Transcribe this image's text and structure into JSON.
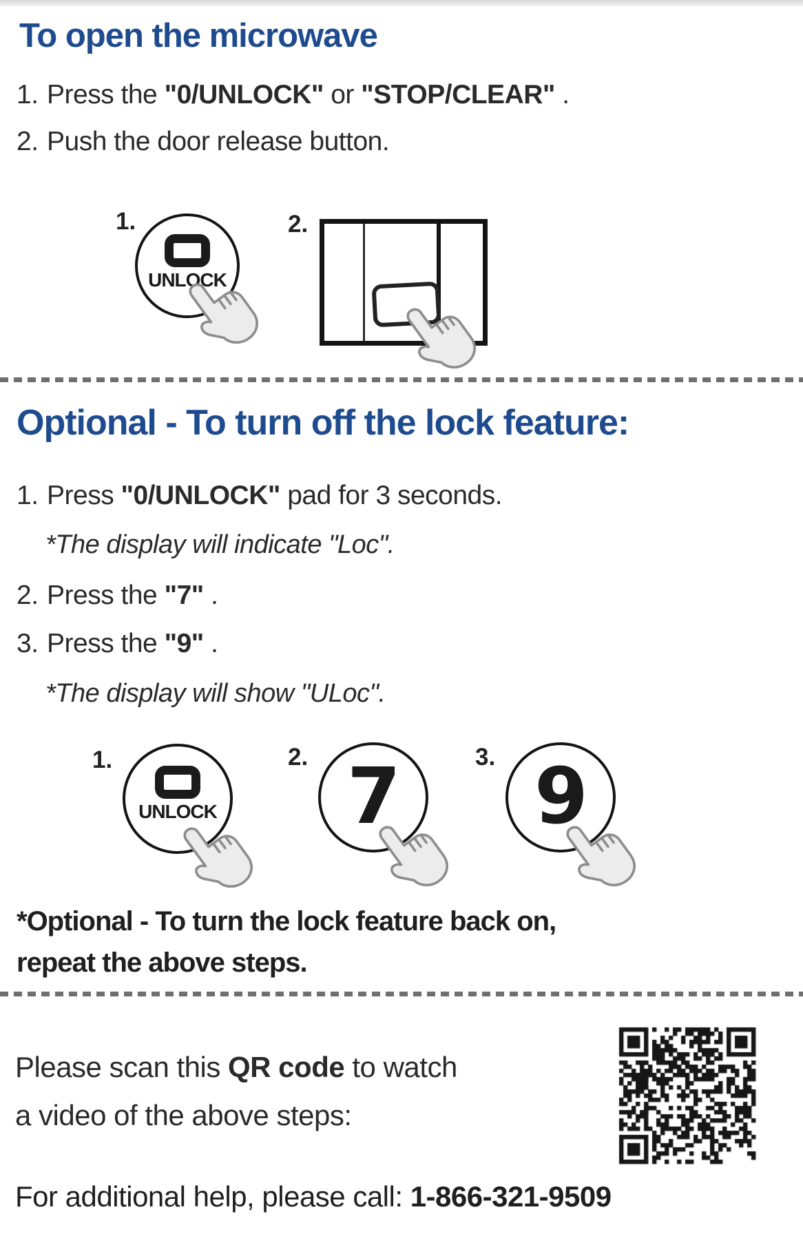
{
  "colors": {
    "heading_blue": "#1e4b8f",
    "text": "#262626",
    "dash_gray": "#6f6f6f"
  },
  "open_section": {
    "title": "To open the microwave",
    "step1": {
      "num": "1.",
      "pre": "Press the ",
      "bold1": "\"0/UNLOCK\"",
      "mid": " or ",
      "bold2": "\"STOP/CLEAR\"",
      "post": " ."
    },
    "step2": {
      "num": "2.",
      "text": "Push the door release button."
    },
    "fig_unlock_label": "1.",
    "fig_unlock_key_text": "UNLOCK",
    "fig_door_label": "2."
  },
  "lock_section": {
    "title": "Optional - To turn off the lock feature:",
    "step1": {
      "num": "1.",
      "pre": "Press ",
      "bold": "\"0/UNLOCK\"",
      "post": " pad for 3 seconds."
    },
    "step1_note": "*The display will indicate \"Loc\".",
    "step2": {
      "num": "2.",
      "pre": "Press the ",
      "bold": "\"7\"",
      "post": " ."
    },
    "step3": {
      "num": "3.",
      "pre": "Press the ",
      "bold": "\"9\"",
      "post": " ."
    },
    "step3_note": "*The display will show \"ULoc\".",
    "fig1_label": "1.",
    "fig1_key_text": "UNLOCK",
    "fig2_label": "2.",
    "fig2_digit": "7",
    "fig3_label": "3.",
    "fig3_digit": "9",
    "back_on_line1": "*Optional - To turn the lock feature back on,",
    "back_on_line2": "repeat the above steps."
  },
  "qr_section": {
    "line1_pre": "Please scan this ",
    "line1_bold": "QR code",
    "line1_post": " to watch",
    "line2": "a video of the above steps:"
  },
  "footer": {
    "pre": "For additional help, please call: ",
    "phone": "1-866-321-9509"
  }
}
